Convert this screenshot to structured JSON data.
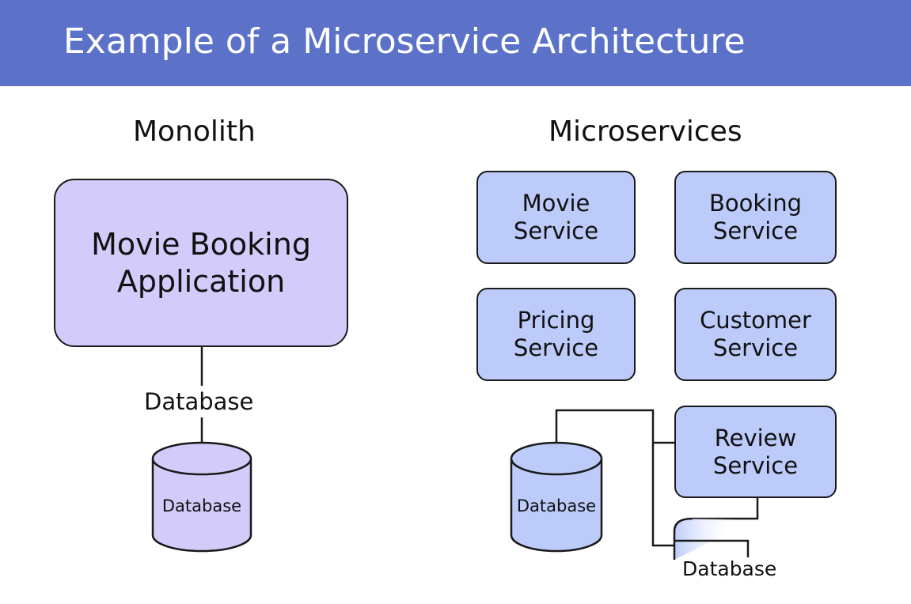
{
  "title": "Example of a Microservice Architecture",
  "colors": {
    "banner": "#5b72c8",
    "monolith_box": "#d3cbfa",
    "service_box": "#bccbfa",
    "monolith_cylinder": "#d3cbfa",
    "micro_cylinder": "#bccbfa",
    "outline": "#1a1a1a"
  },
  "monolith": {
    "heading": "Monolith",
    "app_label": "Movie Booking\nApplication",
    "connector_label": "Database",
    "db_label": "Database"
  },
  "microservices": {
    "heading": "Microservices",
    "services": [
      {
        "label": "Movie\nService"
      },
      {
        "label": "Booking\nService"
      },
      {
        "label": "Pricing\nService"
      },
      {
        "label": "Customer\nService"
      },
      {
        "label": "Review\nService"
      }
    ],
    "db_label": "Database",
    "review_db_label": "Database"
  }
}
